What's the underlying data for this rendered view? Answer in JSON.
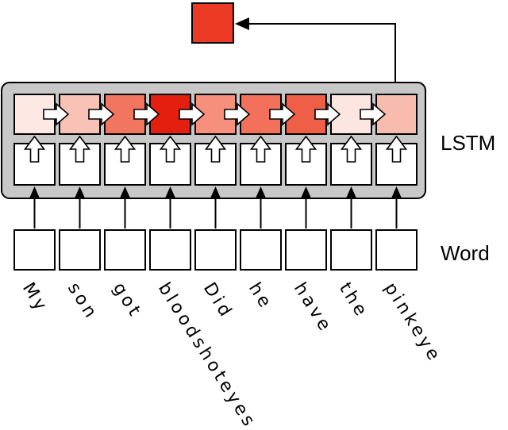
{
  "labels": {
    "lstm": "LSTM",
    "word": "Word"
  },
  "words": [
    "My",
    "son",
    "got",
    "bloodshoteyes",
    "Did",
    "he",
    "have",
    "the",
    "pinkeye"
  ],
  "attention_colors": [
    "#fde8e4",
    "#f9c2b6",
    "#f2755f",
    "#e51f10",
    "#f68f7c",
    "#f3705a",
    "#ef5f48",
    "#fde6e1",
    "#f8bcae"
  ],
  "output_color": "#ec3a24",
  "colors": {
    "panel_fill": "#c8c8c8",
    "stroke": "#000000",
    "box_fill": "#ffffff"
  },
  "icons": {
    "arrow": "black-arrow",
    "recurrent_arrow": "white-block-arrow"
  }
}
